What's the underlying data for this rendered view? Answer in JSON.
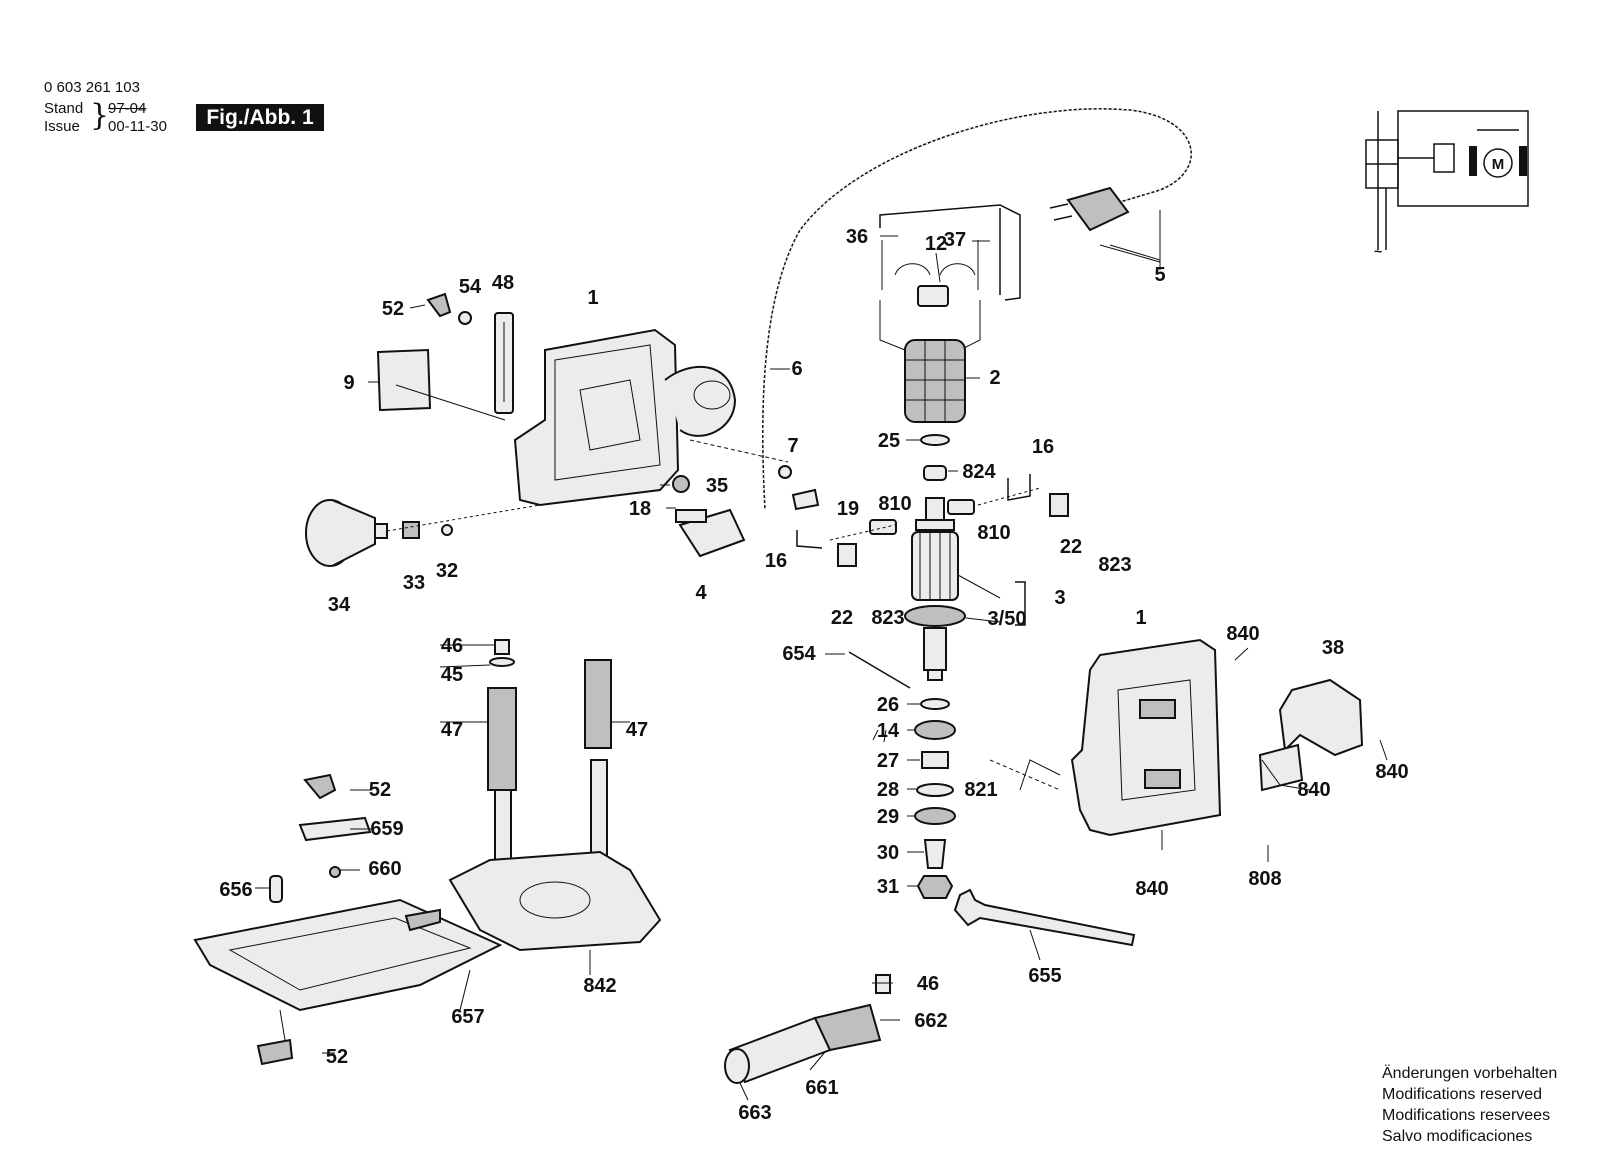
{
  "header": {
    "doc_number": "0 603 261 103",
    "stand_label": "Stand",
    "stand_value": "97-04",
    "issue_label": "Issue",
    "issue_value": "00-11-30",
    "figure_label": "Fig./Abb. 1"
  },
  "footer": {
    "line1": "Änderungen vorbehalten",
    "line2": "Modifications reserved",
    "line3": "Modifications reservees",
    "line4": "Salvo modificaciones"
  },
  "callouts": {
    "c36": "36",
    "c12": "12",
    "c37": "37",
    "c5": "5",
    "c2": "2",
    "c25": "25",
    "c824": "824",
    "c16a": "16",
    "c810a": "810",
    "c810b": "810",
    "c22a": "22",
    "c823a": "823",
    "c3": "3",
    "c350": "3/50",
    "c16b": "16",
    "c22b": "22",
    "c823b": "823",
    "c654": "654",
    "c26": "26",
    "c14": "14",
    "c27": "27",
    "c821": "821",
    "c28": "28",
    "c29": "29",
    "c30": "30",
    "c31": "31",
    "c655": "655",
    "c46b": "46",
    "c662": "662",
    "c661": "661",
    "c663": "663",
    "c1a": "1",
    "c52a": "52",
    "c54": "54",
    "c48": "48",
    "c9": "9",
    "c6": "6",
    "c7": "7",
    "c35": "35",
    "c19": "19",
    "c18": "18",
    "c4": "4",
    "c34": "34",
    "c33": "33",
    "c32": "32",
    "c46a": "46",
    "c45": "45",
    "c47a": "47",
    "c47b": "47",
    "c52b": "52",
    "c659": "659",
    "c660": "660",
    "c656": "656",
    "c657": "657",
    "c842": "842",
    "c52c": "52",
    "c1b": "1",
    "c840a": "840",
    "c38": "38",
    "c840b": "840",
    "c840c": "840",
    "c840d": "840",
    "c808": "808"
  }
}
